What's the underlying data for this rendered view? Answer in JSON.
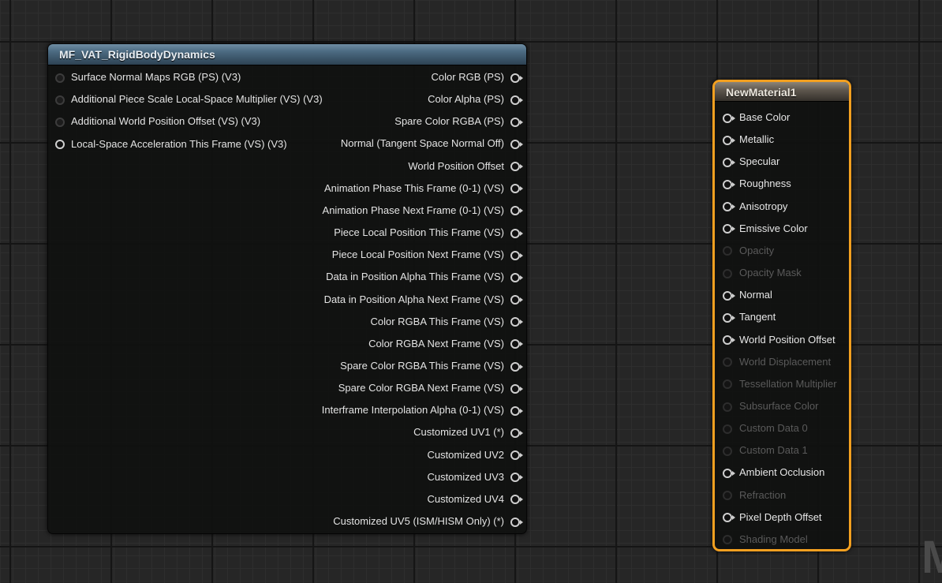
{
  "function_node": {
    "title": "MF_VAT_RigidBodyDynamics",
    "inputs": [
      {
        "label": "Surface Normal Maps RGB (PS) (V3)",
        "connected": false
      },
      {
        "label": "Additional Piece Scale Local-Space Multiplier (VS) (V3)",
        "connected": false
      },
      {
        "label": "Additional World Position Offset (VS) (V3)",
        "connected": false
      },
      {
        "label": "Local-Space Acceleration This Frame (VS) (V3)",
        "connected": true
      }
    ],
    "outputs": [
      "Color RGB (PS)",
      "Color Alpha (PS)",
      "Spare Color RGBA (PS)",
      "Normal (Tangent Space Normal Off)",
      "World Position Offset",
      "Animation Phase This Frame (0-1) (VS)",
      "Animation Phase Next Frame (0-1) (VS)",
      "Piece Local Position This Frame (VS)",
      "Piece Local Position Next Frame (VS)",
      "Data in Position Alpha This Frame (VS)",
      "Data in Position Alpha Next Frame (VS)",
      "Color RGBA This Frame (VS)",
      "Color RGBA Next Frame (VS)",
      "Spare Color RGBA This Frame (VS)",
      "Spare Color RGBA Next Frame (VS)",
      "Interframe Interpolation Alpha (0-1) (VS)",
      "Customized UV1 (*)",
      "Customized UV2",
      "Customized UV3",
      "Customized UV4",
      "Customized UV5 (ISM/HISM Only) (*)"
    ]
  },
  "material_node": {
    "title": "NewMaterial1",
    "accent_color": "#f3a020",
    "inputs": [
      {
        "label": "Base Color",
        "enabled": true
      },
      {
        "label": "Metallic",
        "enabled": true
      },
      {
        "label": "Specular",
        "enabled": true
      },
      {
        "label": "Roughness",
        "enabled": true
      },
      {
        "label": "Anisotropy",
        "enabled": true
      },
      {
        "label": "Emissive Color",
        "enabled": true
      },
      {
        "label": "Opacity",
        "enabled": false
      },
      {
        "label": "Opacity Mask",
        "enabled": false
      },
      {
        "label": "Normal",
        "enabled": true
      },
      {
        "label": "Tangent",
        "enabled": true
      },
      {
        "label": "World Position Offset",
        "enabled": true
      },
      {
        "label": "World Displacement",
        "enabled": false
      },
      {
        "label": "Tessellation Multiplier",
        "enabled": false
      },
      {
        "label": "Subsurface Color",
        "enabled": false
      },
      {
        "label": "Custom Data 0",
        "enabled": false
      },
      {
        "label": "Custom Data 1",
        "enabled": false
      },
      {
        "label": "Ambient Occlusion",
        "enabled": true
      },
      {
        "label": "Refraction",
        "enabled": false
      },
      {
        "label": "Pixel Depth Offset",
        "enabled": true
      },
      {
        "label": "Shading Model",
        "enabled": false
      }
    ]
  },
  "watermark_text": "M"
}
